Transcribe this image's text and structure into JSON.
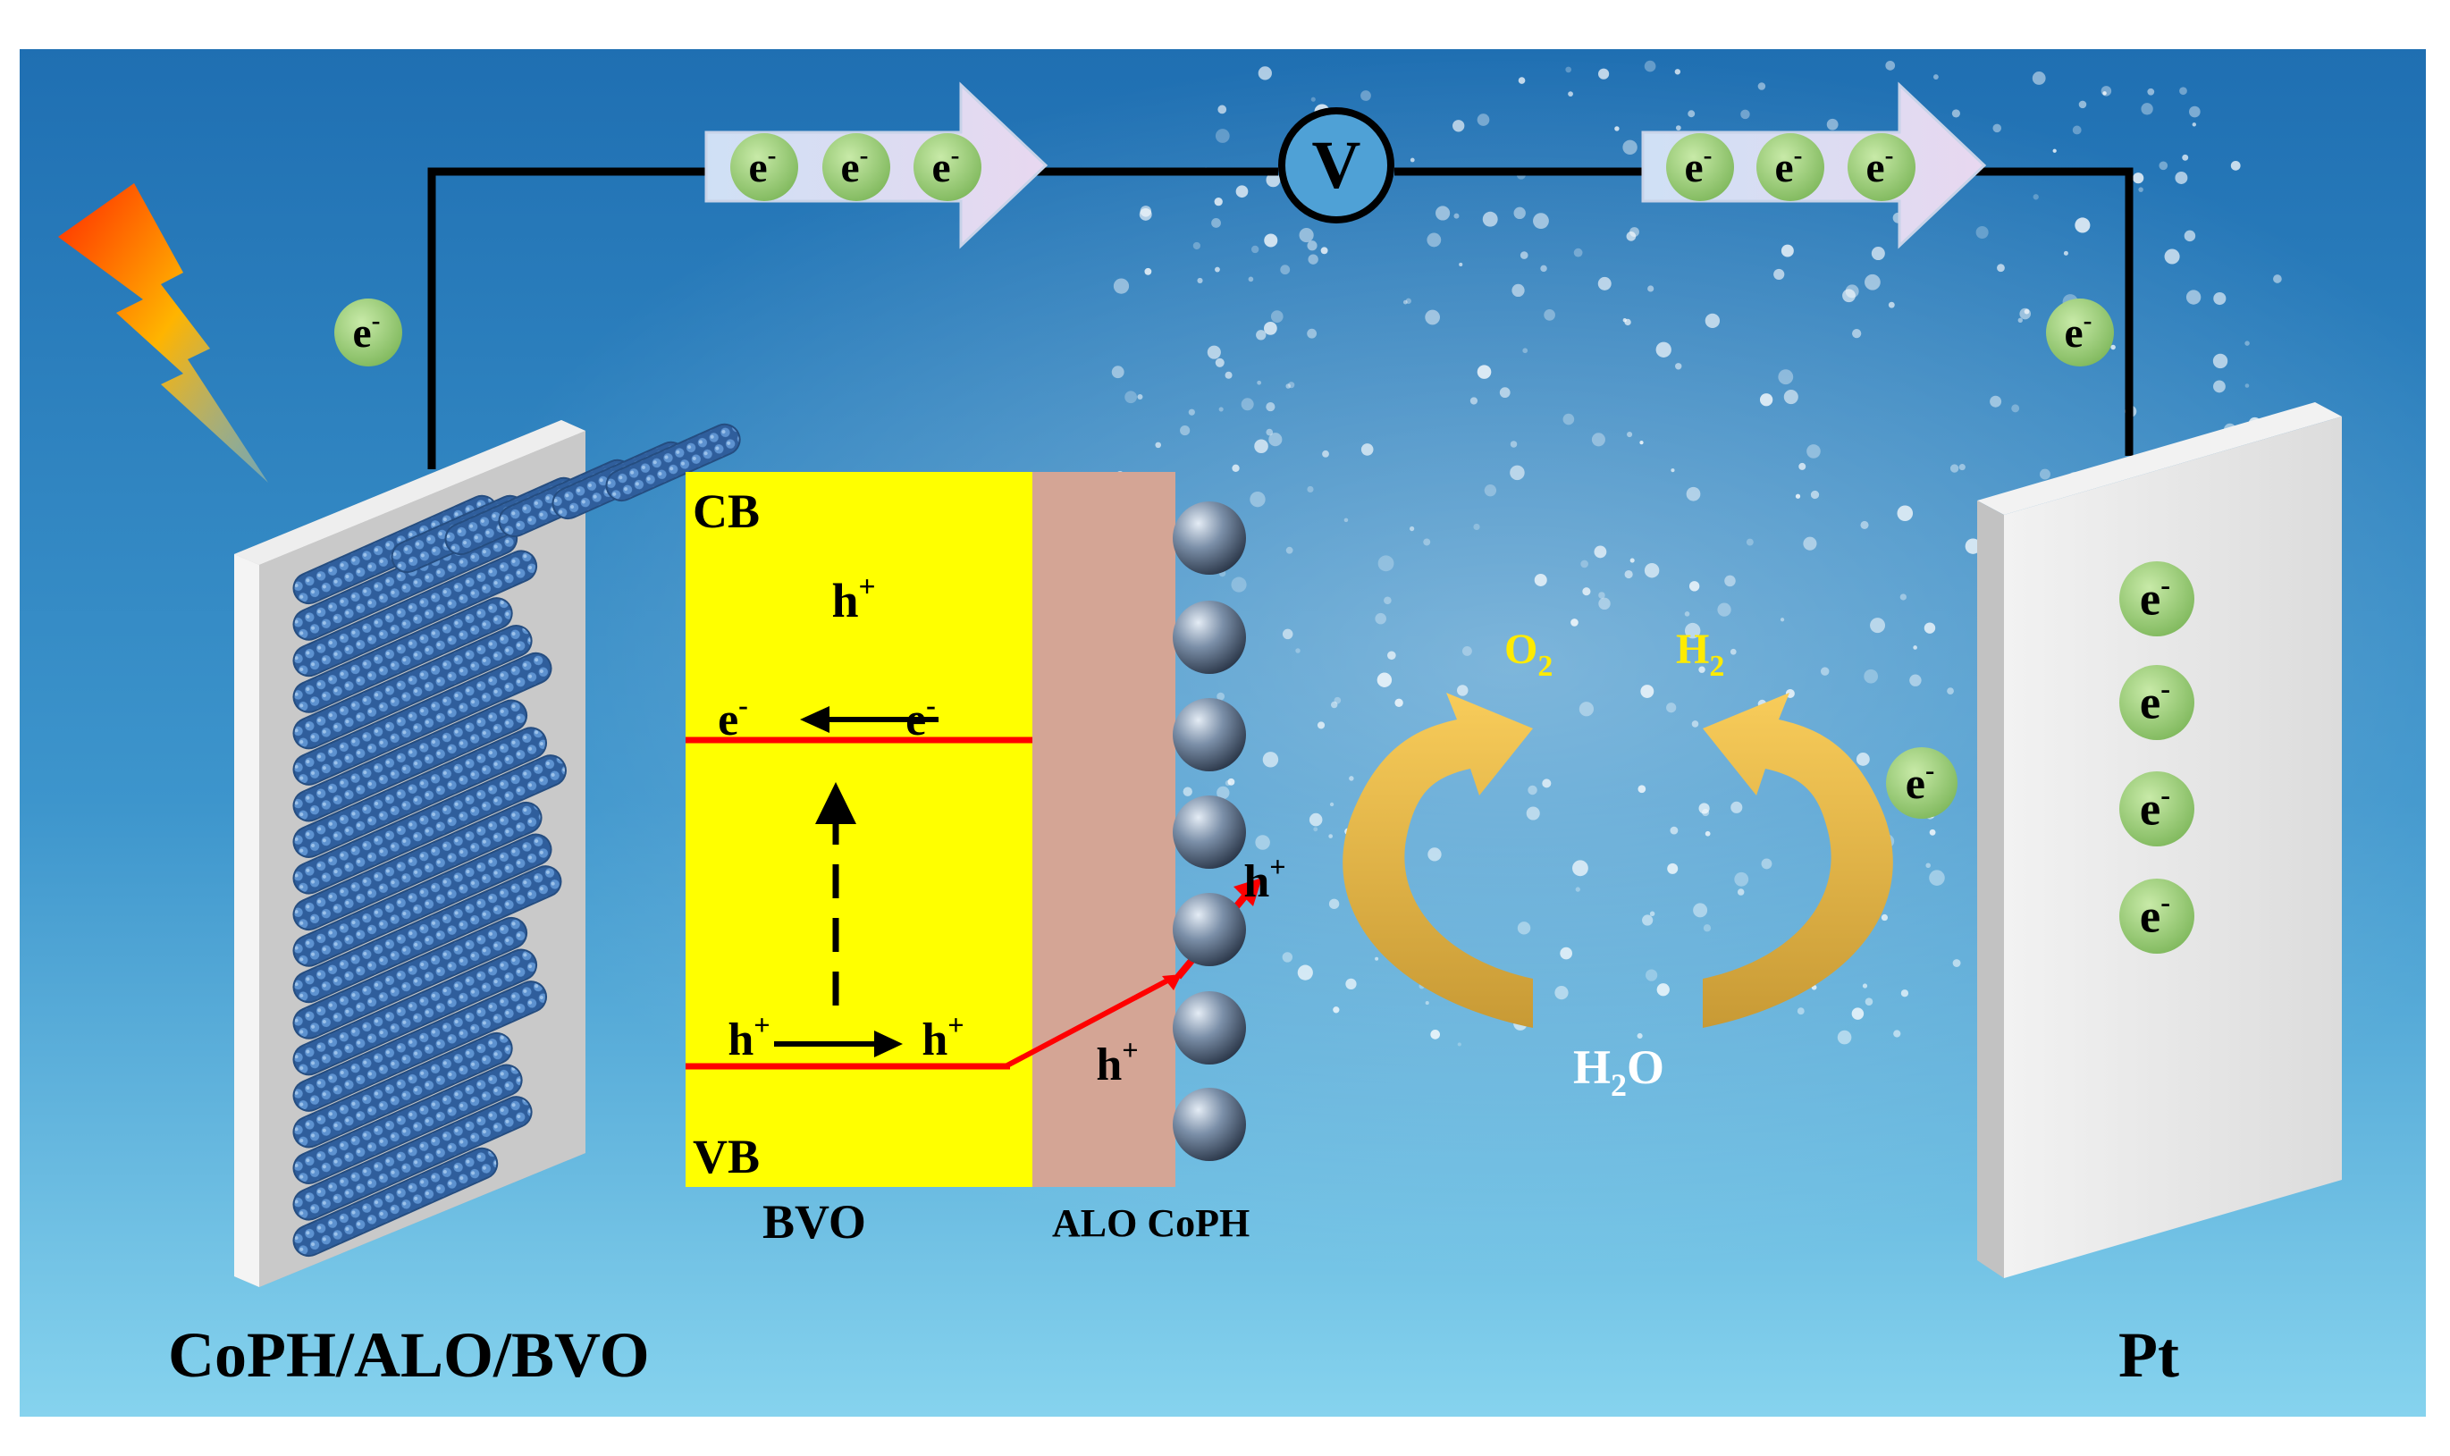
{
  "labels": {
    "electron": "e",
    "electron_charge": "-",
    "hole": "h",
    "hole_charge": "+",
    "voltmeter": "V",
    "photoanode": "CoPH/ALO/BVO",
    "cathode": "Pt",
    "cb": "CB",
    "vb": "VB",
    "bvo": "BVO",
    "alo_coph": "ALO CoPH",
    "o2_main": "O",
    "o2_sub": "2",
    "h2_main": "H",
    "h2_sub": "2",
    "h2o_pre": "H",
    "h2o_sub": "2",
    "h2o_post": "O"
  },
  "colors": {
    "sky_top": "#1f6fb2",
    "sky_bottom": "#7fd0ee",
    "band_bvo": "#ffff00",
    "layer_alo": "#d4a595",
    "band_edge": "#ff0000",
    "electron_fill": "#9ed17a",
    "plate": "#e6e6e6",
    "rod": "#3c6fb0",
    "reaction_arrow": "#f2c04a",
    "gas_label": "#ffeb00",
    "bolt_top": "#ff2a00",
    "bolt_mid": "#ffb400"
  },
  "icons": [
    "lightning-icon",
    "voltmeter-icon",
    "electron-flow-arrow-icon",
    "cobalt-particle-icon",
    "nanorod-icon"
  ]
}
